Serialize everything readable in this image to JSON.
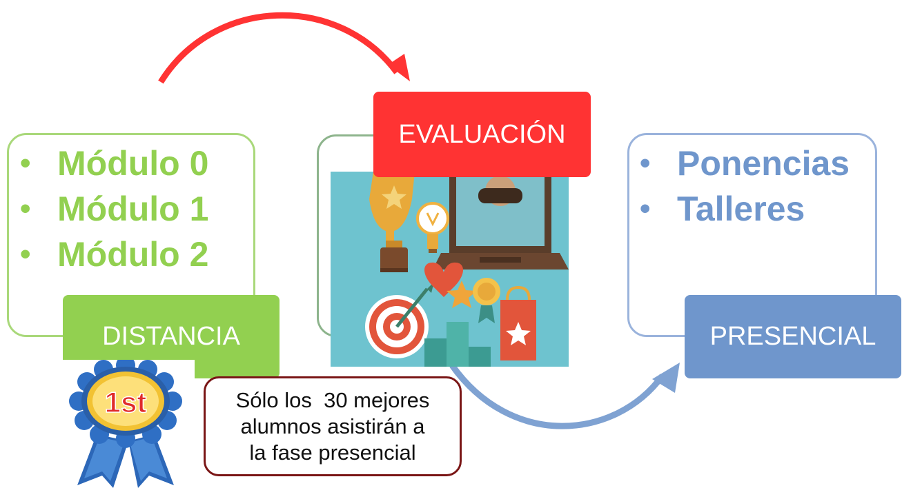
{
  "colors": {
    "green": "#92d050",
    "green_border": "#a9d87a",
    "red": "#ff3333",
    "blue": "#6f96cc",
    "blue_border": "#9ab3dc",
    "note_border": "#7a1616",
    "image_bg": "#6ec3cf"
  },
  "distancia": {
    "label": "DISTANCIA",
    "items": [
      "Módulo 0",
      "Módulo 1",
      "Módulo 2"
    ],
    "bullet": "•"
  },
  "evaluacion": {
    "label": "EVALUACIÓN",
    "illustration": "gamification-icons-illustration"
  },
  "presencial": {
    "label": "PRESENCIAL",
    "items": [
      "Ponencias",
      "Talleres"
    ],
    "bullet": "•"
  },
  "award": {
    "text": "1st",
    "icon": "rosette-ribbon-icon"
  },
  "note": {
    "lines": [
      "Sólo los  30 mejores",
      "alumnos asistirán a",
      "la fase presencial"
    ]
  },
  "arrows": [
    "red-curved-arrow",
    "blue-curved-arrow"
  ]
}
